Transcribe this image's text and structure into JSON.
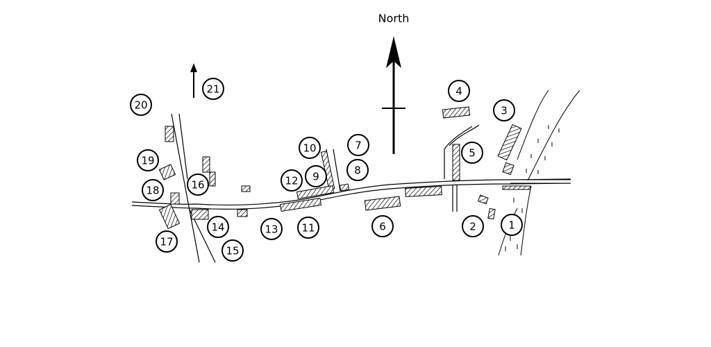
{
  "map": {
    "north_label": "North",
    "markers": [
      {
        "id": 1,
        "label": "1"
      },
      {
        "id": 2,
        "label": "2"
      },
      {
        "id": 3,
        "label": "3"
      },
      {
        "id": 4,
        "label": "4"
      },
      {
        "id": 5,
        "label": "5"
      },
      {
        "id": 6,
        "label": "6"
      },
      {
        "id": 7,
        "label": "7"
      },
      {
        "id": 8,
        "label": "8"
      },
      {
        "id": 9,
        "label": "9"
      },
      {
        "id": 10,
        "label": "10"
      },
      {
        "id": 11,
        "label": "11"
      },
      {
        "id": 12,
        "label": "12"
      },
      {
        "id": 13,
        "label": "13"
      },
      {
        "id": 14,
        "label": "14"
      },
      {
        "id": 15,
        "label": "15"
      },
      {
        "id": 16,
        "label": "16"
      },
      {
        "id": 17,
        "label": "17"
      },
      {
        "id": 18,
        "label": "18"
      },
      {
        "id": 19,
        "label": "19"
      },
      {
        "id": 20,
        "label": "20"
      },
      {
        "id": 21,
        "label": "21"
      }
    ]
  }
}
